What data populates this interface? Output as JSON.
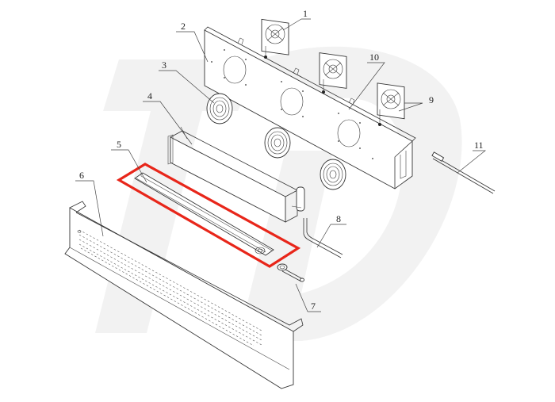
{
  "diagram": {
    "type": "exploded-parts-view",
    "subject": "fan-coil / evaporator assembly",
    "highlight": {
      "part_number": "5",
      "color": "#e8261a"
    },
    "watermark": {
      "visible": true,
      "color": "#f2f2f2"
    },
    "callouts": [
      {
        "number": "1",
        "part": "axial fan (top)"
      },
      {
        "number": "2",
        "part": "fan mounting panel"
      },
      {
        "number": "3",
        "part": "fan guard grille"
      },
      {
        "number": "4",
        "part": "evaporator coil"
      },
      {
        "number": "5",
        "part": "drip tray (highlighted)"
      },
      {
        "number": "6",
        "part": "perforated front cover"
      },
      {
        "number": "7",
        "part": "drain fitting"
      },
      {
        "number": "8",
        "part": "bent pipe"
      },
      {
        "number": "9",
        "part": "axial fan (right)"
      },
      {
        "number": "10",
        "part": "mounting bracket"
      },
      {
        "number": "11",
        "part": "heater / sensor rod"
      }
    ]
  }
}
